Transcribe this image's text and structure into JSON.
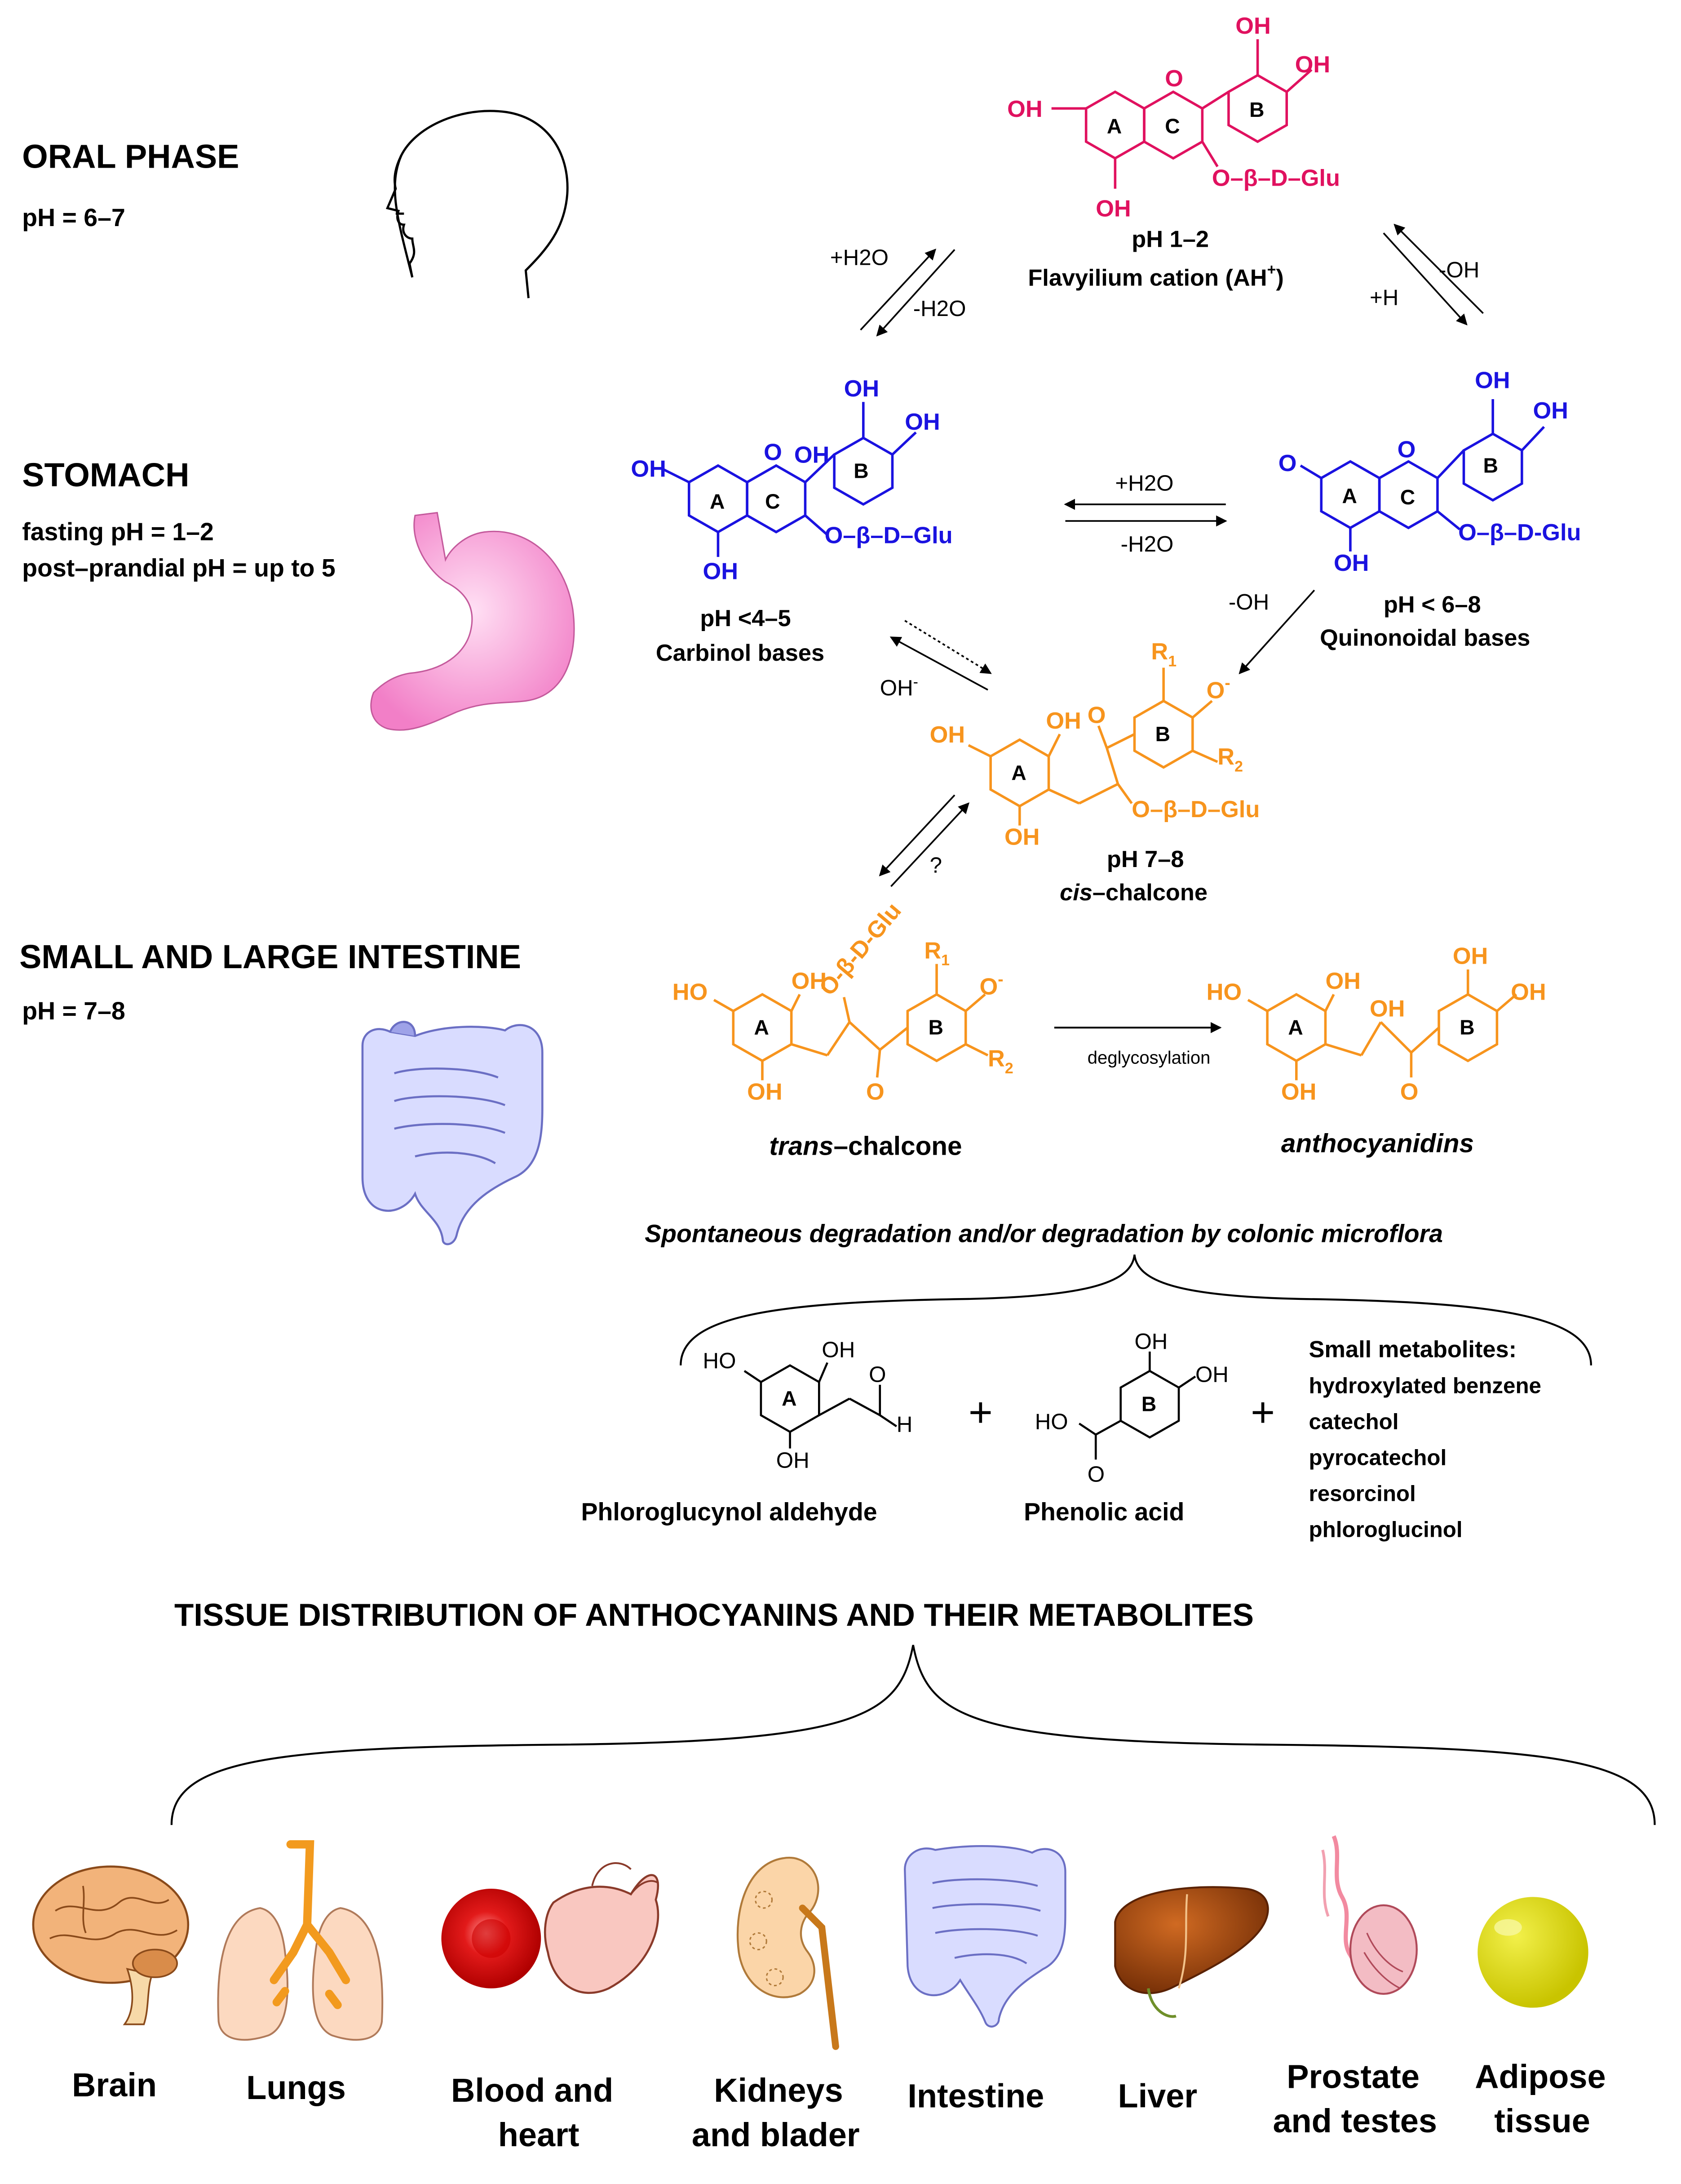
{
  "colors": {
    "flavylium": "#e0115f",
    "base": "#1a12e0",
    "chalcone": "#f7941d",
    "black": "#000000"
  },
  "phases": {
    "oral": {
      "title": "ORAL PHASE",
      "ph": "pH = 6–7"
    },
    "stomach": {
      "title": "STOMACH",
      "ph1": "fasting pH = 1–2",
      "ph2": "post–prandial pH = up to 5"
    },
    "intestine": {
      "title": "SMALL AND LARGE INTESTINE",
      "ph": "pH = 7–8"
    }
  },
  "species": {
    "flavylium": {
      "ph": "pH 1–2",
      "name": "Flavyilium cation (AH",
      "name_sup": "+",
      "name_end": ")",
      "sub": "O–β–D–Glu"
    },
    "carbinol": {
      "ph": "pH <4–5",
      "name": "Carbinol bases",
      "sub": "O–β–D–Glu"
    },
    "quinonoidal": {
      "ph": "pH < 6–8",
      "name": "Quinonoidal bases",
      "sub": "O–β–D-Glu"
    },
    "cis_chalcone": {
      "ph": "pH 7–8",
      "name_italic": "cis",
      "name_rest": "–chalcone",
      "sub": "O–β–D–Glu"
    },
    "trans_chalcone": {
      "name_italic": "trans",
      "name_rest": "–chalcone",
      "sub": "O-β-D-Glu"
    },
    "anthocyanidins": {
      "name": "anthocyanidins"
    }
  },
  "equilibria": {
    "flav_carb_top": "+H2O",
    "flav_carb_bot": "-H2O",
    "flav_quin_top": "-OH",
    "flav_quin_bot": "+H",
    "carb_quin_top": "+H2O",
    "carb_quin_bot": "-H2O",
    "quin_cis": "-OH",
    "carb_cis": "OH",
    "cis_trans": "?",
    "deglycosylation": "deglycosylation"
  },
  "atoms": {
    "oh": "OH",
    "ho": "HO",
    "o": "O",
    "h": "H",
    "ring_a": "A",
    "ring_b": "B",
    "ring_c": "C",
    "r": "R",
    "r1": "1",
    "r2": "2",
    "minus": "-"
  },
  "degradation": {
    "title": "Spontaneous degradation and/or degradation by colonic microflora",
    "product1": "Phloroglucynol aldehyde",
    "product2": "Phenolic acid",
    "plus": "+",
    "small_title": "Small metabolites:",
    "small_items": [
      "hydroxylated benzene",
      "catechol",
      "pyrocatechol",
      "resorcinol",
      "phloroglucinol"
    ]
  },
  "tissue": {
    "title": "TISSUE DISTRIBUTION OF ANTHOCYANINS AND THEIR METABOLITES",
    "organs": [
      {
        "l1": "Brain",
        "l2": ""
      },
      {
        "l1": "Lungs",
        "l2": ""
      },
      {
        "l1": "Blood and",
        "l2": "heart"
      },
      {
        "l1": "Kidneys",
        "l2": "and blader"
      },
      {
        "l1": "Intestine",
        "l2": ""
      },
      {
        "l1": "Liver",
        "l2": ""
      },
      {
        "l1": "Prostate",
        "l2": "and testes"
      },
      {
        "l1": "Adipose",
        "l2": "tissue"
      }
    ]
  }
}
